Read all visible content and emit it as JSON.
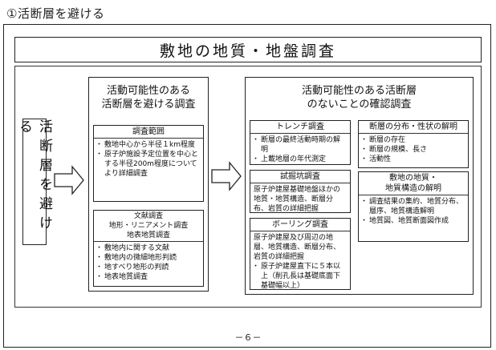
{
  "heading": "①活断層を避ける",
  "title": "敷地の地質・地盤調査",
  "vertical_label": "活断層を避ける",
  "left_column": {
    "title_lines": [
      "活動可能性のある",
      "活断層を避ける調査"
    ],
    "survey_scope": {
      "title": "調査範囲",
      "items": [
        "敷地中心から半径１km程度",
        "原子炉施設予定位置を中心とする半径200m程度についてより詳細調査"
      ]
    },
    "literature_survey": {
      "title_lines": [
        "文献調査",
        "地形・リニアメント調査",
        "地表地質調査"
      ],
      "items": [
        "敷地内に関する文献",
        "敷地内の微細地形判読",
        "地すべり地形の判読",
        "地表地質調査"
      ]
    }
  },
  "right_column": {
    "title_lines": [
      "活動可能性のある活断層",
      "のないことの確認調査"
    ],
    "trench": {
      "title": "トレンチ調査",
      "items": [
        "断層の最終活動時期の解明",
        "上載地層の年代測定"
      ]
    },
    "test_pit": {
      "title": "試掘坑調査",
      "text": "原子炉建屋基礎地盤ほかの地質・地質構造、断層分布、岩質の詳細把握"
    },
    "boring": {
      "title": "ボーリング調査",
      "text": "原子炉建屋及び周辺の地層、地質構造、断層分布、岩質の詳細把握",
      "items": [
        "原子炉建屋直下に５本以上（削孔長は基礎底面下基礎幅以上）"
      ]
    },
    "fault_distribution": {
      "title": "断層の分布・性状の解明",
      "items": [
        "断層の存在",
        "断層の規模、長さ",
        "活動性"
      ]
    },
    "geology_structure": {
      "title_lines": [
        "敷地の地質・",
        "地質構造の解明"
      ],
      "items": [
        "調査結果の集約、地質分布、層序、地質構造解明",
        "地質図、地質断面図作成"
      ]
    }
  },
  "page_number": "－６－"
}
